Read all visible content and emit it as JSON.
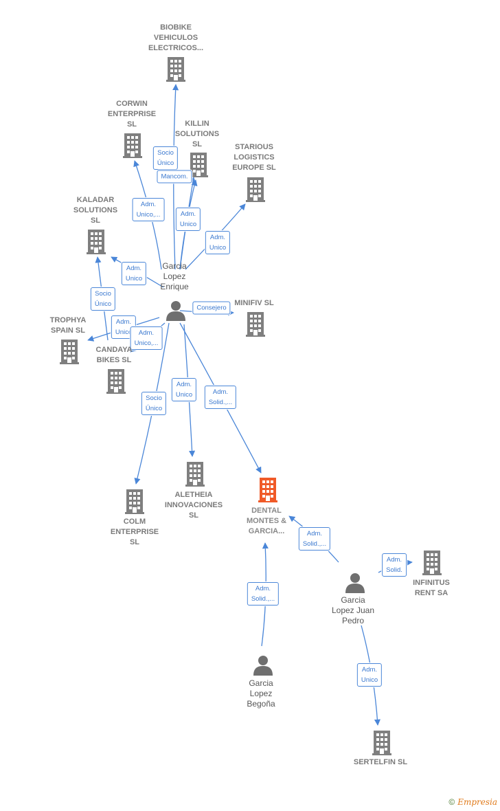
{
  "colors": {
    "edge": "#4a86d8",
    "company": "#7f7f7f",
    "main_company": "#f05a28",
    "person": "#6f6f6f"
  },
  "nodes": [
    {
      "id": "biobike",
      "type": "company",
      "label": "BIOBIKE\nVEHICULOS\nELECTRICOS..."
    },
    {
      "id": "corwin",
      "type": "company",
      "label": "CORWIN\nENTERPRISE\nSL"
    },
    {
      "id": "killin",
      "type": "company",
      "label": "KILLIN\nSOLUTIONS\nSL"
    },
    {
      "id": "starious",
      "type": "company",
      "label": "STARIOUS\nLOGISTICS\nEUROPE  SL"
    },
    {
      "id": "kaladar",
      "type": "company",
      "label": "KALADAR\nSOLUTIONS\nSL"
    },
    {
      "id": "minifiv",
      "type": "company",
      "label": "MINIFIV SL"
    },
    {
      "id": "trophya",
      "type": "company",
      "label": "TROPHYA\nSPAIN  SL"
    },
    {
      "id": "candaya",
      "type": "company",
      "label": "CANDAYA\nBIKES  SL"
    },
    {
      "id": "aletheia",
      "type": "company",
      "label": "ALETHEIA\nINNOVACIONES\nSL"
    },
    {
      "id": "colm",
      "type": "company",
      "label": "COLM\nENTERPRISE\nSL"
    },
    {
      "id": "dental",
      "type": "main",
      "label": "DENTAL\nMONTES &\nGARCIA..."
    },
    {
      "id": "infinitus",
      "type": "company",
      "label": "INFINITUS\nRENT SA"
    },
    {
      "id": "sertelfin",
      "type": "company",
      "label": "SERTELFIN  SL"
    },
    {
      "id": "enrique",
      "type": "person",
      "label": "Garcia\nLopez\nEnrique"
    },
    {
      "id": "juanpedro",
      "type": "person",
      "label": "Garcia\nLopez Juan\nPedro"
    },
    {
      "id": "begona",
      "type": "person",
      "label": "Garcia\nLopez\nBegoña"
    }
  ],
  "edges": [
    {
      "from": "enrique",
      "to": "biobike",
      "label": "Socio\nÚnico"
    },
    {
      "from": "enrique",
      "to": "killin",
      "label": "Mancom."
    },
    {
      "from": "enrique",
      "to": "corwin",
      "label": "Adm.\nUnico,..."
    },
    {
      "from": "enrique",
      "to": "killin",
      "label": "Adm.\nUnico"
    },
    {
      "from": "enrique",
      "to": "starious",
      "label": "Adm.\nUnico"
    },
    {
      "from": "enrique",
      "to": "kaladar",
      "label": "Adm.\nUnico"
    },
    {
      "from": "enrique",
      "to": "minifiv",
      "label": "Consejero"
    },
    {
      "from": "enrique",
      "to": "kaladar",
      "label": "Socio\nÚnico"
    },
    {
      "from": "enrique",
      "to": "trophya",
      "label": "Adm.\nUnico"
    },
    {
      "from": "enrique",
      "to": "candaya",
      "label": "Adm.\nUnico,..."
    },
    {
      "from": "enrique",
      "to": "colm",
      "label": "Socio\nÚnico"
    },
    {
      "from": "enrique",
      "to": "aletheia",
      "label": "Adm.\nUnico"
    },
    {
      "from": "enrique",
      "to": "dental",
      "label": "Adm.\nSolid.,..."
    },
    {
      "from": "juanpedro",
      "to": "dental",
      "label": "Adm.\nSolid.,..."
    },
    {
      "from": "juanpedro",
      "to": "infinitus",
      "label": "Adm.\nSolid."
    },
    {
      "from": "juanpedro",
      "to": "sertelfin",
      "label": "Adm.\nUnico"
    },
    {
      "from": "begona",
      "to": "dental",
      "label": "Adm.\nSolid.,..."
    }
  ],
  "footer": {
    "copyright": "©",
    "brand": "Empresia"
  }
}
